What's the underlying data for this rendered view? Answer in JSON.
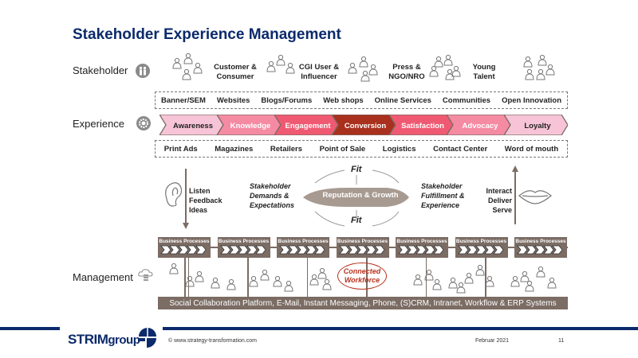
{
  "header": {
    "title": "Stakeholder Experience Management"
  },
  "rows": {
    "stakeholder": {
      "label": "Stakeholder",
      "icon": "people-icon"
    },
    "experience": {
      "label": "Experience",
      "icon": "gear-icon"
    },
    "management": {
      "label": "Management",
      "icon": "cloud-server-icon"
    }
  },
  "stakeholder_groups": [
    {
      "label_line1": "Customer &",
      "label_line2": "Consumer"
    },
    {
      "label_line1": "CGI User &",
      "label_line2": "Influencer"
    },
    {
      "label_line1": "Press &",
      "label_line2": "NGO/NRO"
    },
    {
      "label_line1": "Young",
      "label_line2": "Talent"
    }
  ],
  "online_channels": [
    "Banner/SEM",
    "Websites",
    "Blogs/Forums",
    "Web shops",
    "Online Services",
    "Communities",
    "Open Innovation"
  ],
  "offline_channels": [
    "Print Ads",
    "Magazines",
    "Retailers",
    "Point of Sale",
    "Logistics",
    "Contact Center",
    "Word of mouth"
  ],
  "journey_stages": [
    {
      "label": "Awareness",
      "fill": "#f6c4d6",
      "text": "#222222"
    },
    {
      "label": "Knowledge",
      "fill": "#f58aa3",
      "text": "#ffffff"
    },
    {
      "label": "Engagement",
      "fill": "#ef5a72",
      "text": "#ffffff"
    },
    {
      "label": "Conversion",
      "fill": "#a8301d",
      "text": "#ffffff"
    },
    {
      "label": "Satisfaction",
      "fill": "#ef5a72",
      "text": "#ffffff"
    },
    {
      "label": "Advocacy",
      "fill": "#f58aa3",
      "text": "#ffffff"
    },
    {
      "label": "Loyalty",
      "fill": "#f6c4d6",
      "text": "#222222"
    }
  ],
  "middle": {
    "listen": [
      "Listen",
      "Feedback",
      "Ideas"
    ],
    "demands": [
      "Stakeholder",
      "Demands &",
      "Expectations"
    ],
    "fit_top": "Fit",
    "fit_bottom": "Fit",
    "reputation": "Reputation & Growth",
    "fulfillment": [
      "Stakeholder",
      "Fulfillment &",
      "Experience"
    ],
    "interact": [
      "Interact",
      "Deliver",
      "Serve"
    ]
  },
  "business_processes": [
    "Business Processes",
    "Business Processes",
    "Business Processes",
    "Business Processes",
    "Business Processes",
    "Business Processes",
    "Business Processes"
  ],
  "connected_workforce": [
    "Connected",
    "Workforce"
  ],
  "platform": "Social Collaboration Platform, E-Mail, Instant Messaging, Phone, (S)CRM, Intranet, Workflow  & ERP Systems",
  "footer": {
    "brand_main": "STRIM",
    "brand_sub": "group",
    "copyright": "© www.strategy-transformation.com",
    "date": "Februar  2021",
    "page": "11"
  },
  "colors": {
    "brand_navy": "#0b2a6b",
    "process_brown": "#7b6c64",
    "accent_red": "#b8321e"
  }
}
